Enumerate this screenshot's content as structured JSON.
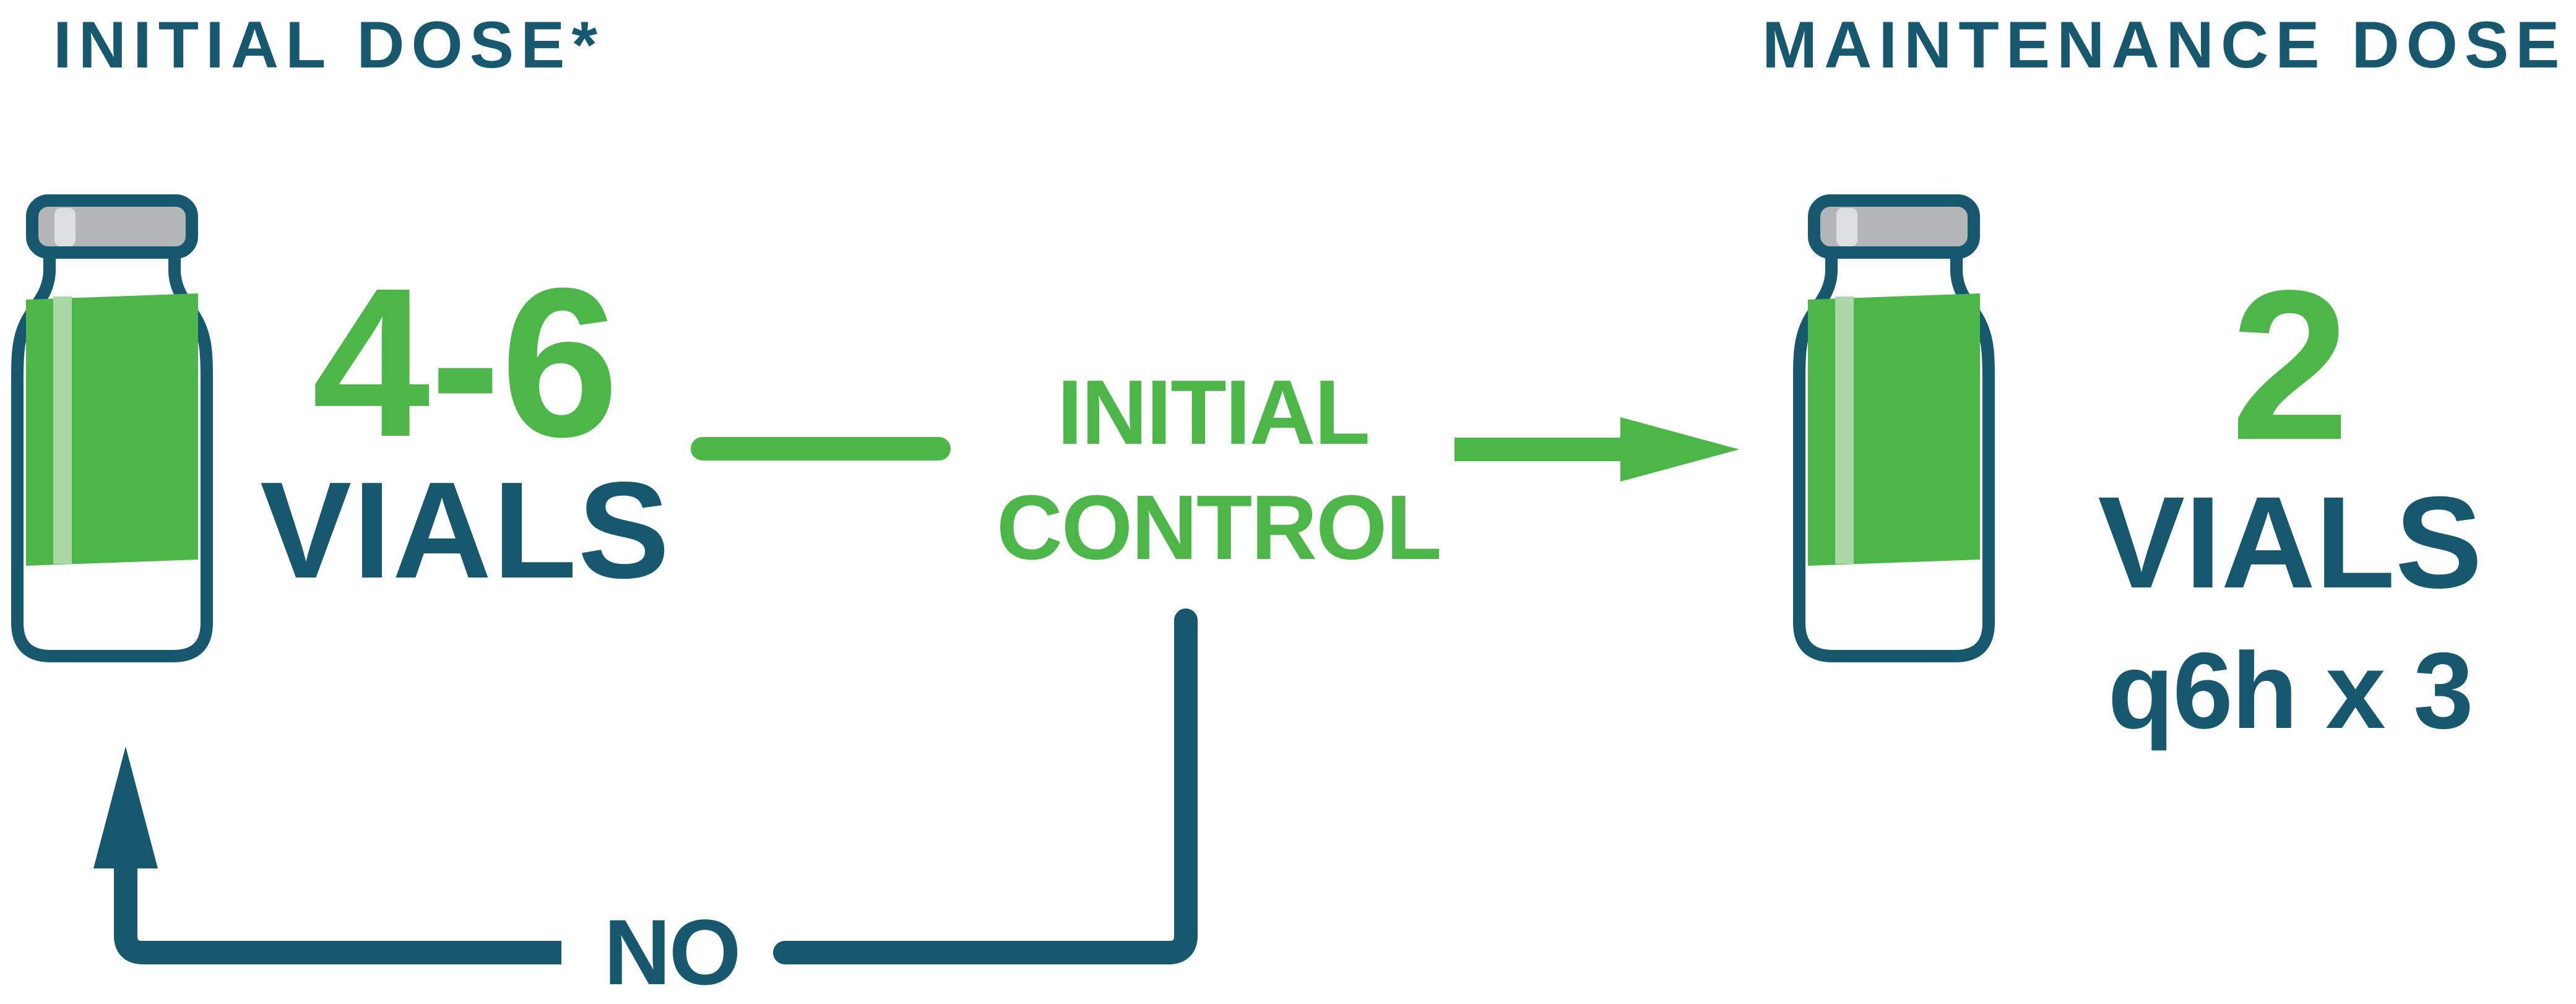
{
  "palette": {
    "teal": "#17586E",
    "green": "#4CB648",
    "green_highlight": "#ABD7A6",
    "cap_gray": "#B3B5B8",
    "cap_gray_highlight": "#DDDEE0",
    "background": "#FFFFFF"
  },
  "initial_dose": {
    "heading": "INITIAL DOSE*",
    "amount": "4-6",
    "unit": "VIALS"
  },
  "flow": {
    "decision_line1": "INITIAL",
    "decision_line2": "CONTROL",
    "no_label": "NO"
  },
  "maintenance_dose": {
    "heading": "MAINTENANCE DOSE",
    "amount": "2",
    "unit": "VIALS",
    "schedule": "q6h x 3"
  }
}
